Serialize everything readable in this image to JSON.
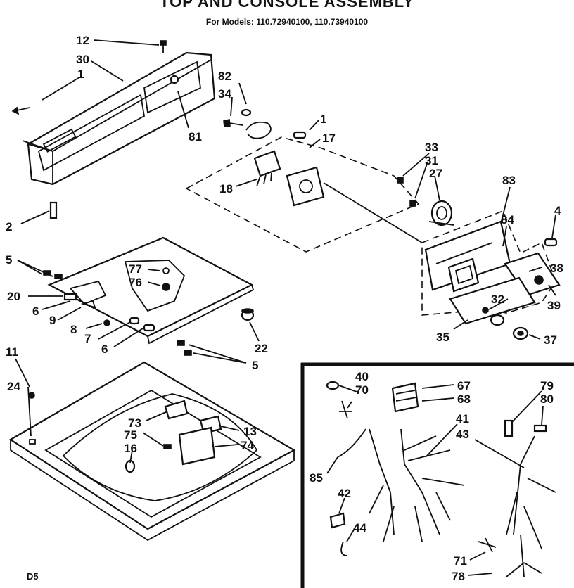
{
  "title": "TOP AND CONSOLE ASSEMBLY",
  "subtitle": "For Models: 110.72940100, 110.73940100",
  "footer_code": "D5",
  "callouts": [
    {
      "id": "c12",
      "text": "12"
    },
    {
      "id": "c30",
      "text": "30"
    },
    {
      "id": "c1a",
      "text": "1"
    },
    {
      "id": "c82",
      "text": "82"
    },
    {
      "id": "c34",
      "text": "34"
    },
    {
      "id": "c1b",
      "text": "1"
    },
    {
      "id": "c17",
      "text": "17"
    },
    {
      "id": "c81",
      "text": "81"
    },
    {
      "id": "c33",
      "text": "33"
    },
    {
      "id": "c31",
      "text": "31"
    },
    {
      "id": "c27",
      "text": "27"
    },
    {
      "id": "c18",
      "text": "18"
    },
    {
      "id": "c83",
      "text": "83"
    },
    {
      "id": "c4",
      "text": "4"
    },
    {
      "id": "c84",
      "text": "84"
    },
    {
      "id": "c2",
      "text": "2"
    },
    {
      "id": "c5a",
      "text": "5"
    },
    {
      "id": "c77",
      "text": "77"
    },
    {
      "id": "c76",
      "text": "76"
    },
    {
      "id": "c38",
      "text": "38"
    },
    {
      "id": "c20",
      "text": "20"
    },
    {
      "id": "c6a",
      "text": "6"
    },
    {
      "id": "c9",
      "text": "9"
    },
    {
      "id": "c32",
      "text": "32"
    },
    {
      "id": "c39",
      "text": "39"
    },
    {
      "id": "c8",
      "text": "8"
    },
    {
      "id": "c7",
      "text": "7"
    },
    {
      "id": "c6b",
      "text": "6"
    },
    {
      "id": "c22",
      "text": "22"
    },
    {
      "id": "c35",
      "text": "35"
    },
    {
      "id": "c37",
      "text": "37"
    },
    {
      "id": "c5b",
      "text": "5"
    },
    {
      "id": "c11",
      "text": "11"
    },
    {
      "id": "c24",
      "text": "24"
    },
    {
      "id": "c40",
      "text": "40"
    },
    {
      "id": "c70",
      "text": "70"
    },
    {
      "id": "c67",
      "text": "67"
    },
    {
      "id": "c68",
      "text": "68"
    },
    {
      "id": "c79",
      "text": "79"
    },
    {
      "id": "c80",
      "text": "80"
    },
    {
      "id": "c41",
      "text": "41"
    },
    {
      "id": "c43",
      "text": "43"
    },
    {
      "id": "c73",
      "text": "73"
    },
    {
      "id": "c75",
      "text": "75"
    },
    {
      "id": "c13",
      "text": "13"
    },
    {
      "id": "c16",
      "text": "16"
    },
    {
      "id": "c74",
      "text": "74"
    },
    {
      "id": "c85",
      "text": "85"
    },
    {
      "id": "c42",
      "text": "42"
    },
    {
      "id": "c44",
      "text": "44"
    },
    {
      "id": "c71",
      "text": "71"
    },
    {
      "id": "c78",
      "text": "78"
    }
  ]
}
